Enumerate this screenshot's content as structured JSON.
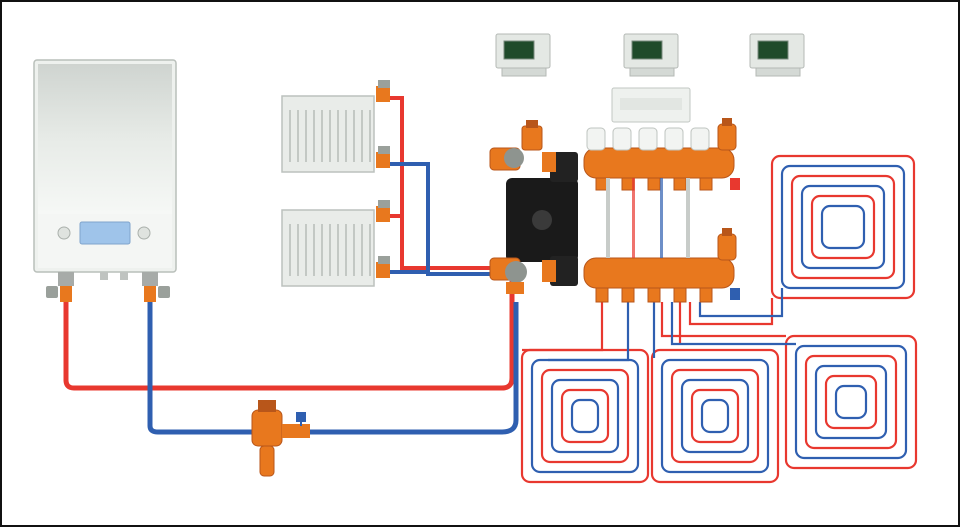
{
  "diagram": {
    "type": "underfloor-heating-schematic",
    "colors": {
      "supply_pipe": "#e8382f",
      "return_pipe": "#2f5fb0",
      "fittings": "#e8781e",
      "fittings_dark": "#b8561a",
      "pump_block": "#1a1a1a",
      "boiler_panel": "#eef1ee",
      "boiler_display": "#9fc4ea",
      "thermostat_screen": "#1f4a2a",
      "radiator": "#e9ece9"
    },
    "components": [
      {
        "id": "boiler",
        "icon": "wall-boiler-icon"
      },
      {
        "id": "radiator-upper",
        "icon": "radiator-icon"
      },
      {
        "id": "radiator-lower",
        "icon": "radiator-icon"
      },
      {
        "id": "thermostat-left",
        "icon": "room-thermostat-icon"
      },
      {
        "id": "thermostat-middle",
        "icon": "room-thermostat-icon"
      },
      {
        "id": "thermostat-right",
        "icon": "room-thermostat-icon"
      },
      {
        "id": "control-unit",
        "icon": "control-box-icon"
      },
      {
        "id": "mixing-pump-group",
        "icon": "pump-icon"
      },
      {
        "id": "manifold-flow",
        "icon": "manifold-icon"
      },
      {
        "id": "manifold-return",
        "icon": "manifold-icon"
      },
      {
        "id": "filter-valve",
        "icon": "valve-icon"
      },
      {
        "id": "floor-loop-right-top",
        "icon": "spiral-loop-icon"
      },
      {
        "id": "floor-loop-bottom-left",
        "icon": "spiral-loop-icon"
      },
      {
        "id": "floor-loop-bottom-middle",
        "icon": "spiral-loop-icon"
      },
      {
        "id": "floor-loop-bottom-right",
        "icon": "spiral-loop-icon"
      }
    ]
  }
}
